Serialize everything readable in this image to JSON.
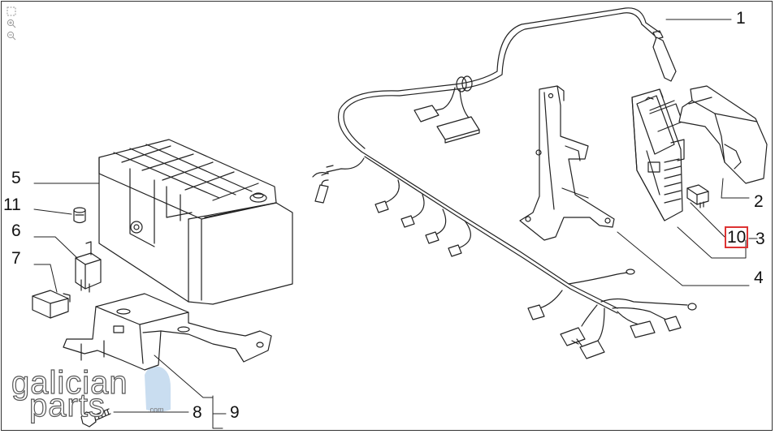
{
  "zoom_tools": [
    {
      "name": "fit-icon"
    },
    {
      "name": "zoom-in-icon"
    },
    {
      "name": "zoom-out-icon"
    }
  ],
  "callouts": {
    "c1": "1",
    "c2": "2",
    "c3": "3",
    "c4": "4",
    "c5": "5",
    "c6": "6",
    "c7": "7",
    "c8": "8",
    "c9": "9",
    "c10": "10",
    "c11": "11"
  },
  "watermark": {
    "line1": "galician",
    "line2": "parts",
    "suffix": ".com"
  },
  "colors": {
    "line": "#222222",
    "highlight": "#dd3333",
    "watermark_blue": "#c9ddf0"
  }
}
